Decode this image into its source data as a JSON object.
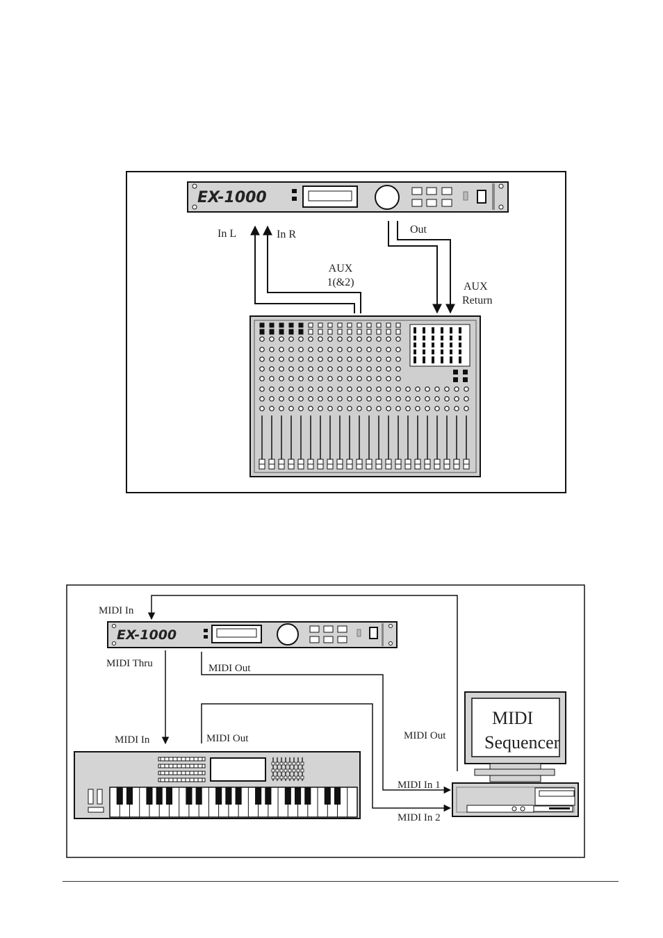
{
  "diagram1": {
    "device_logo": "EX-1000",
    "labels": {
      "in_l": "In L",
      "in_r": "In R",
      "out": "Out",
      "aux_line1": "AUX",
      "aux_line2": "1(&2)",
      "aux_return_line1": "AUX",
      "aux_return_line2": "Return"
    }
  },
  "diagram2": {
    "device_logo": "EX-1000",
    "labels": {
      "midi_in_top": "MIDI In",
      "midi_thru": "MIDI Thru",
      "midi_out_device": "MIDI Out",
      "midi_in_keyboard": "MIDI In",
      "midi_out_keyboard": "MIDI Out",
      "midi_out_computer": "MIDI Out",
      "midi_in_1": "MIDI In 1",
      "midi_in_2": "MIDI In 2",
      "screen_line1": "MIDI",
      "screen_line2": "Sequencer"
    }
  }
}
